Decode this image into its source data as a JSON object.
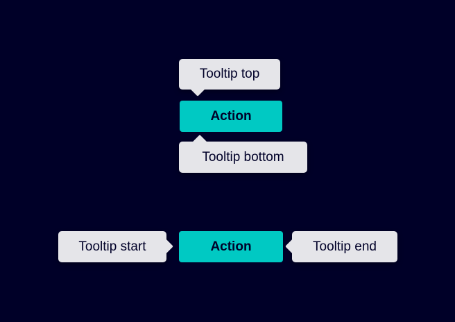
{
  "colors": {
    "background": "#000028",
    "tooltip_bg": "#e5e5e9",
    "action_bg": "#00c9c3",
    "text_dark": "#000028"
  },
  "vertical_demo": {
    "tooltip_top": {
      "label": "Tooltip top"
    },
    "action": {
      "label": "Action"
    },
    "tooltip_bottom": {
      "label": "Tooltip bottom"
    }
  },
  "horizontal_demo": {
    "tooltip_start": {
      "label": "Tooltip start"
    },
    "action": {
      "label": "Action"
    },
    "tooltip_end": {
      "label": "Tooltip end"
    }
  }
}
